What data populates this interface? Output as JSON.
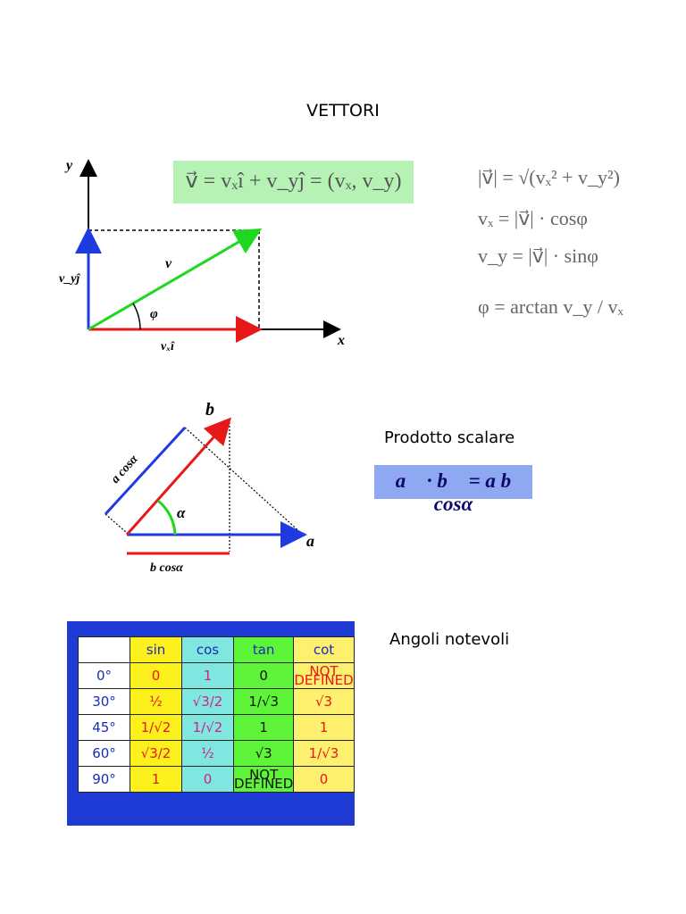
{
  "title": "VETTORI",
  "vector_eq": "v⃗ = vₓî + v_yĵ = (vₓ, v_y)",
  "formulas": [
    "|v⃗| = √(vₓ² + v_y²)",
    "vₓ = |v⃗| · cosφ",
    "v_y = |v⃗| · sinφ",
    "φ = arctan v_y / vₓ"
  ],
  "fig1_labels": {
    "y": "y",
    "x": "x",
    "v": "v⃗",
    "phi": "φ",
    "vy": "v_yĵ",
    "vx": "vₓî"
  },
  "dot_caption": "Prodotto scalare",
  "dot_eq": "a⃗ · b⃗ = a b cosα",
  "fig2_labels": {
    "b": "b⃗",
    "a": "a⃗",
    "alpha": "α",
    "acos": "a cosα",
    "bcos": "b cosα"
  },
  "angles_caption": "Angoli notevoli",
  "table": {
    "header": [
      "",
      "sin",
      "cos",
      "tan",
      "cot"
    ],
    "rows": [
      [
        "0°",
        "0",
        "1",
        "0",
        "NOT DEFINED"
      ],
      [
        "30°",
        "½",
        "√3/2",
        "1/√3",
        "√3"
      ],
      [
        "45°",
        "1/√2",
        "1/√2",
        "1",
        "1"
      ],
      [
        "60°",
        "√3/2",
        "½",
        "√3",
        "1/√3"
      ],
      [
        "90°",
        "1",
        "0",
        "NOT DEFINED",
        "0"
      ]
    ]
  },
  "colors": {
    "green_box": "#b6f2b4",
    "blue_box": "#8fa8f2",
    "table_frame": "#1f3bd6",
    "red": "#e81818",
    "blue": "#1d3be0",
    "green": "#1ed81e"
  }
}
